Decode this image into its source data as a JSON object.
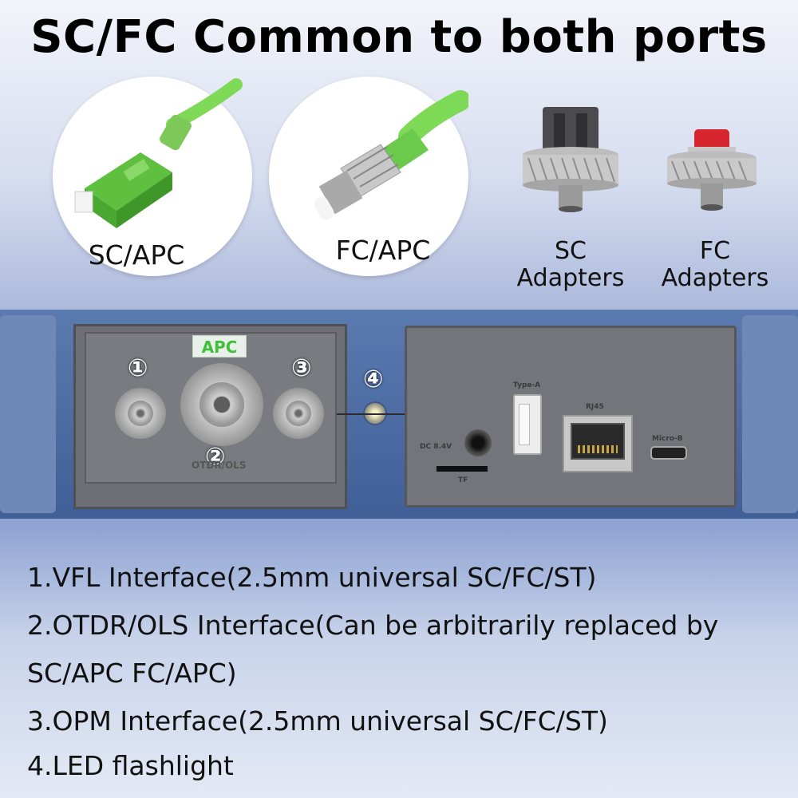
{
  "title": "SC/FC Common to both ports",
  "connectors": {
    "sc_apc": "SC/APC",
    "fc_apc": "FC/APC",
    "sc_adapters": [
      "SC",
      "Adapters"
    ],
    "fc_adapters": [
      "FC",
      "Adapters"
    ]
  },
  "device": {
    "apc_label": "APC",
    "otdr_label": "OTDR/OLS",
    "markers": [
      "①",
      "②",
      "③",
      "④"
    ],
    "dc_label": "DC 8.4V",
    "tf_label": "TF",
    "typea_label": "Type-A",
    "rj45_label": "RJ45",
    "microb_label": "Micro-B"
  },
  "features": [
    "1.VFL Interface(2.5mm universal SC/FC/ST)",
    "2.OTDR/OLS Interface(Can be arbitrarily replaced by",
    "SC/APC  FC/APC)",
    "3.OPM Interface(2.5mm universal SC/FC/ST)",
    "4.LED flashlight"
  ],
  "colors": {
    "apc_green": "#3fbf3a",
    "device_blue": "#4a6aa3",
    "cap_red": "#d8262e"
  }
}
